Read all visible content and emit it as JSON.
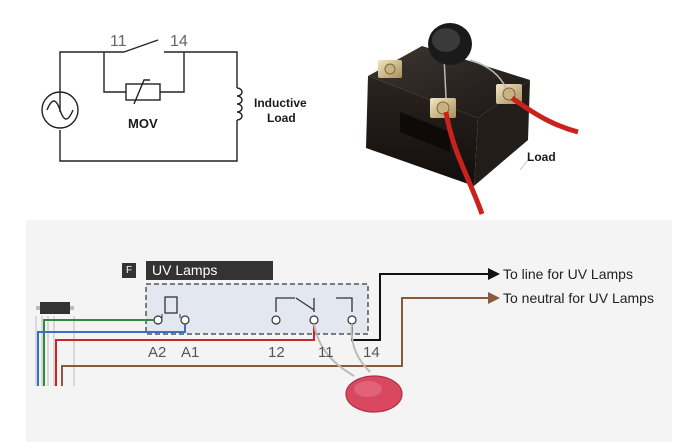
{
  "circuit": {
    "contact_left": "11",
    "contact_right": "14",
    "mov_label": "MOV",
    "load_label_line1": "Inductive",
    "load_label_line2": "Load"
  },
  "photo": {
    "load_label": "Load"
  },
  "wiring": {
    "module_letter": "F",
    "module_title": "UV Lamps",
    "terminals": [
      "A2",
      "A1",
      "12",
      "11",
      "14"
    ],
    "to_line": "To line for UV Lamps",
    "to_neutral": "To neutral for UV Lamps"
  },
  "colors": {
    "wire_green": "#2e8b3c",
    "wire_blue": "#3a6fc7",
    "wire_red": "#c62828",
    "wire_brown": "#8a5a3c",
    "wire_black": "#111111",
    "mov_disc": "#d9485f",
    "relay_body": "#2a2421"
  }
}
